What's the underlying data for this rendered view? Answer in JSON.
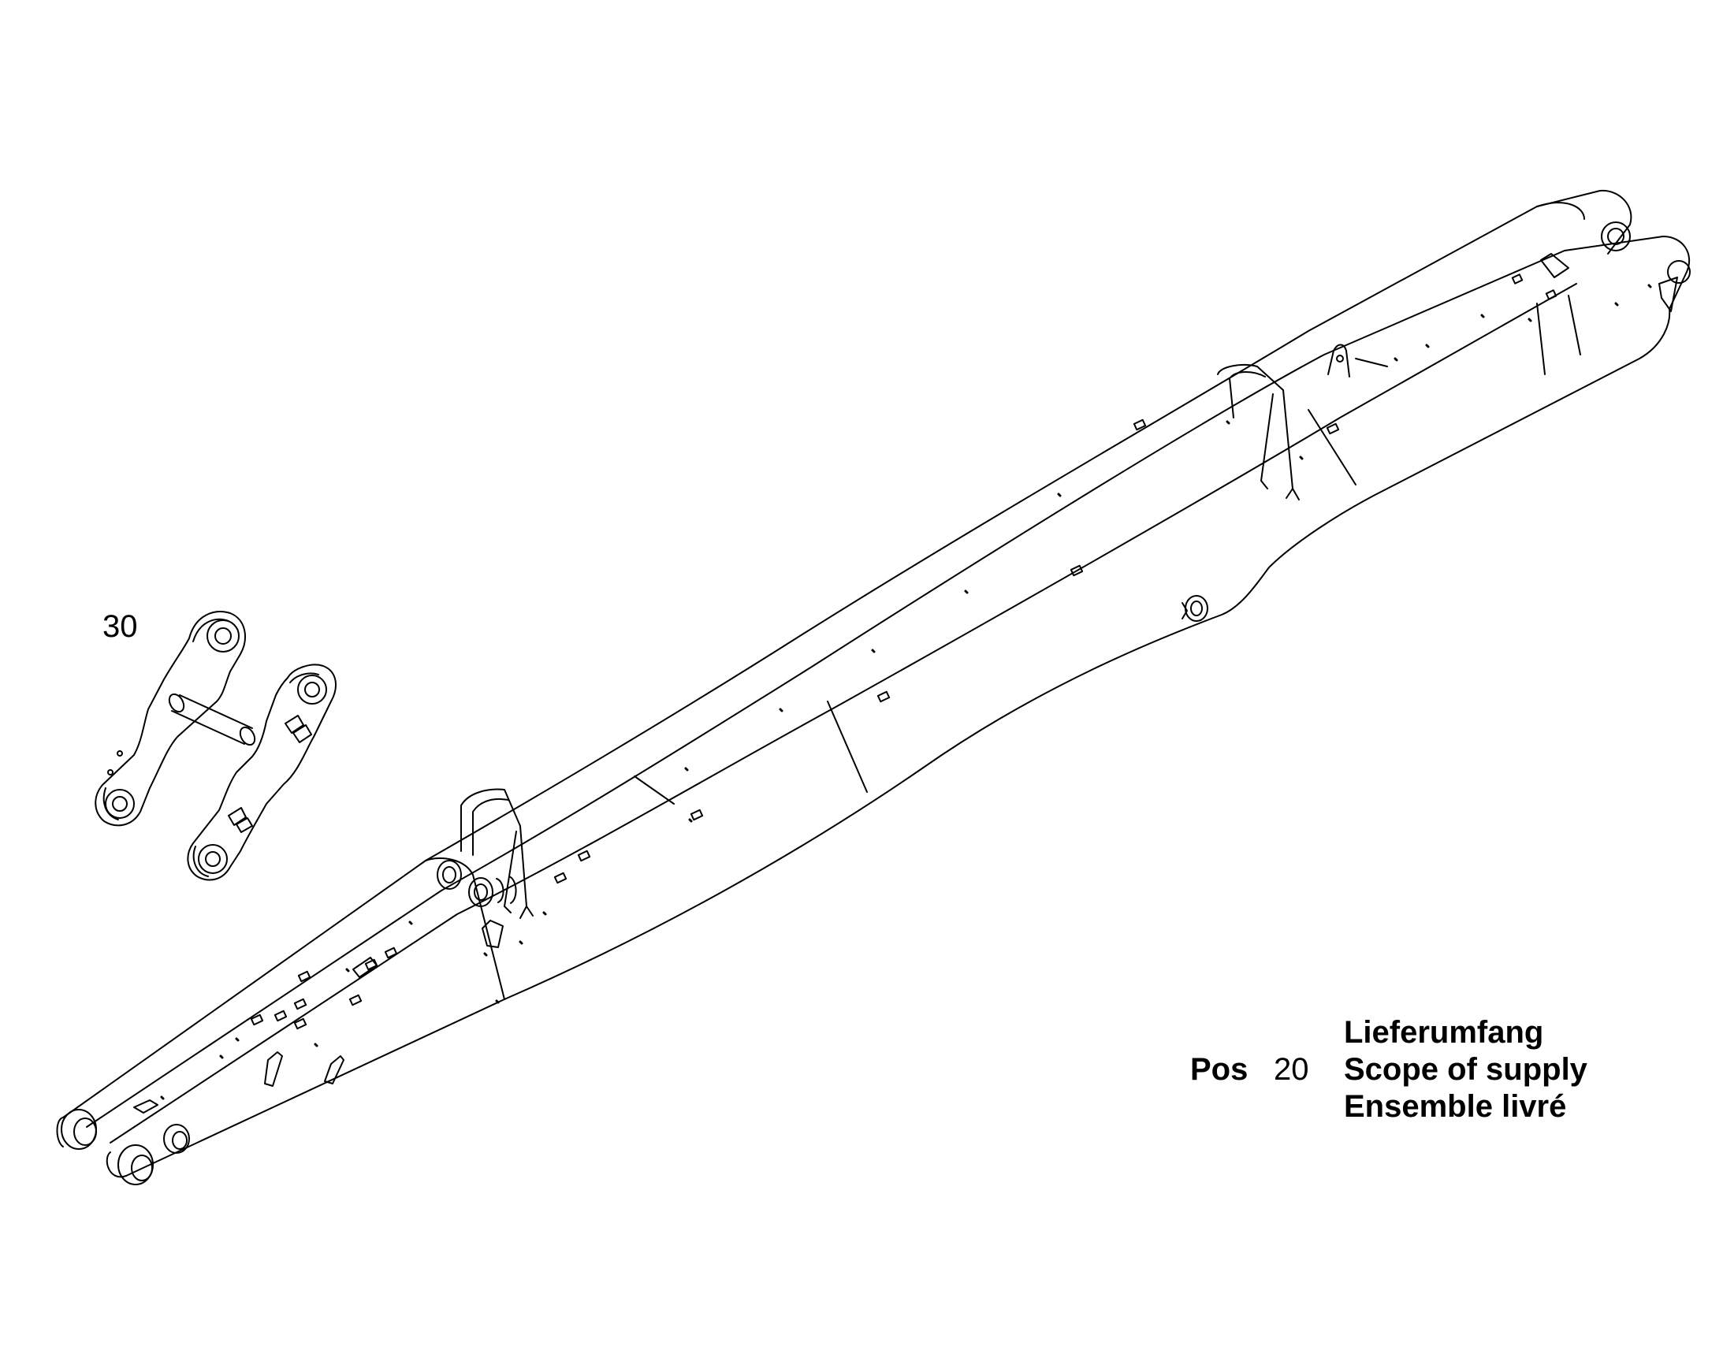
{
  "callouts": {
    "link_part_number": "30"
  },
  "supply_note": {
    "pos_label": "Pos",
    "pos_number": "20",
    "lines": [
      "Lieferumfang",
      "Scope of supply",
      "Ensemble livré"
    ]
  }
}
